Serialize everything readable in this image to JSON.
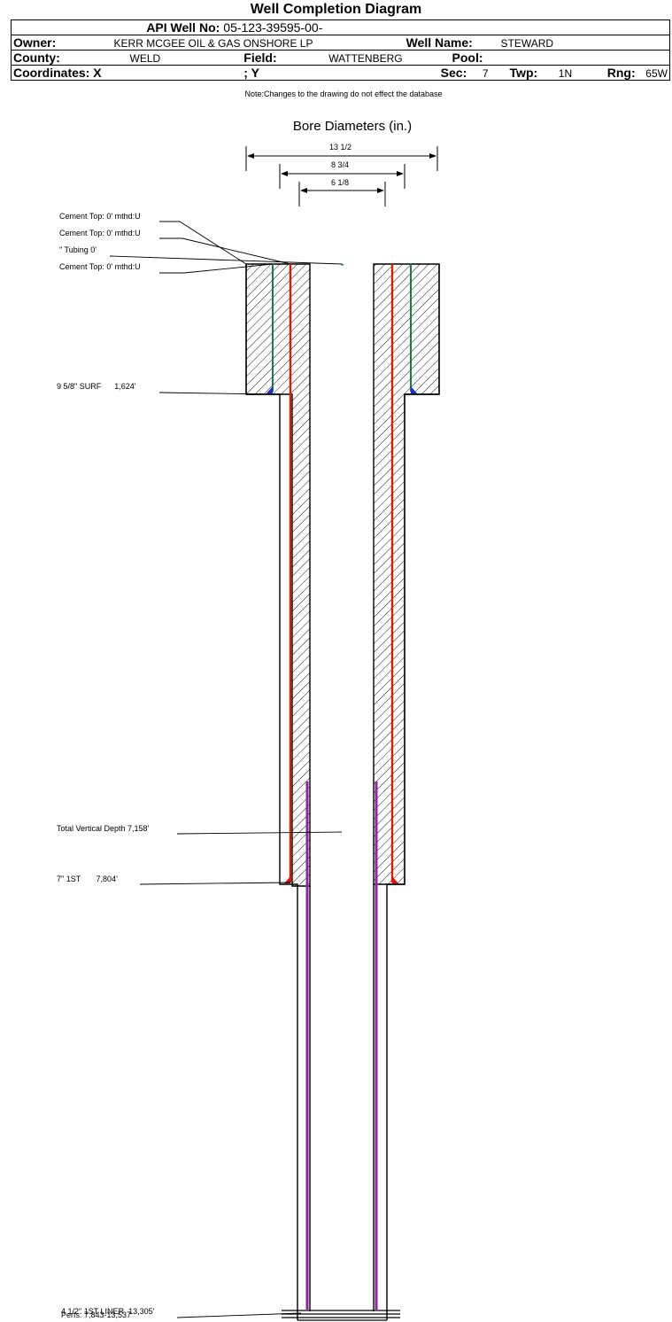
{
  "title": "Well Completion Diagram",
  "header": {
    "api_label": "API Well No:",
    "api_value": "05-123-39595-00-",
    "owner_label": "Owner:",
    "owner_value": "KERR MCGEE OIL & GAS ONSHORE LP",
    "well_name_label": "Well Name:",
    "well_name_value": "STEWARD",
    "county_label": "County:",
    "county_value": "WELD",
    "field_label": "Field:",
    "field_value": "WATTENBERG",
    "pool_label": "Pool:",
    "pool_value": "",
    "coordinates_label": "Coordinates: X",
    "y_label": "; Y",
    "sec_label": "Sec:",
    "sec_value": "7",
    "twp_label": "Twp:",
    "twp_value": "1N",
    "rng_label": "Rng:",
    "rng_value": "65W"
  },
  "note": "Note:Changes to the drawing do not effect the database",
  "bore": {
    "title": "Bore Diameters (in.)",
    "diameters": [
      "13 1/2",
      "8 3/4",
      "6 1/8"
    ]
  },
  "annotations": {
    "cement_top_1": "Cement Top: 0' mthd:U",
    "cement_top_2": "Cement Top: 0' mthd:U",
    "tubing": "\" Tubing 0'",
    "cement_top_3": "Cement Top: 0' mthd:U",
    "surface_casing": "9 5/8\" SURF      1,624'",
    "total_vertical_depth": "Total Vertical Depth 7,158'",
    "intermediate_casing": "7\" 1ST       7,804'",
    "liner": "4 1/2\" 1ST LINER  13,305'",
    "perfs": "Perfs: 7,843-13,537"
  },
  "colors": {
    "surface_string": "#1f7a4a",
    "intermediate_string": "#cc2200",
    "liner_string": "#8a2a9a",
    "cement_shoe_surface": "#1a2ecc",
    "cement_shoe_intermediate": "#dd1111"
  }
}
